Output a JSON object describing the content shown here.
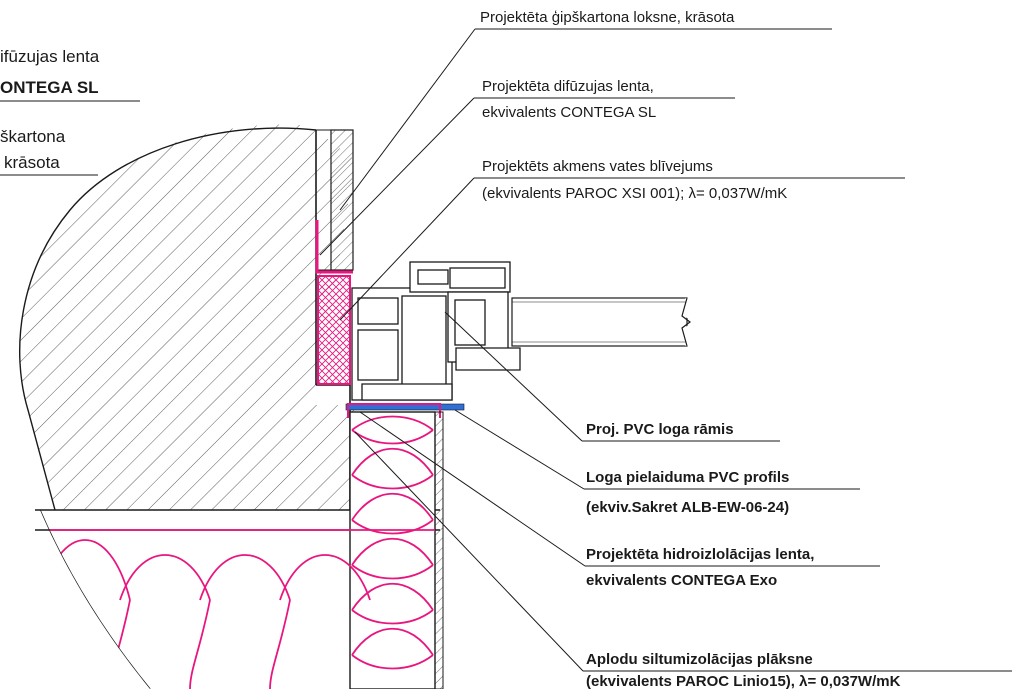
{
  "labels": {
    "gypsum_top": "Projektēta ģipškartona loksne, krāsota",
    "diffusion_l1": "Projektēta difūzujas lenta,",
    "diffusion_l2": "ekvivalents CONTEGA  SL",
    "stone_wool_l1": "Projektēts akmens vates blīvejums",
    "stone_wool_l2": "(ekvivalents PAROC XSI 001); λ= 0,037W/mK",
    "pvc_frame": "Proj. PVC loga rāmis",
    "sill_profile_l1": "Loga pielaiduma PVC profils",
    "sill_profile_l2": "(ekviv.Sakret ALB-EW-06-24)",
    "hydro_l1": "Projektēta hidroizlolācijas lenta,",
    "hydro_l2": "ekvivalents CONTEGA Exo",
    "insulation_l1": "Aplodu siltumizolācijas plāksne",
    "insulation_l2": "(ekvivalents PAROC Linio15), λ= 0,037W/mK"
  },
  "cropped_labels": {
    "line1": "ifūzujas lenta",
    "line2": "ONTEGA   SL",
    "line3": "škartona",
    "line4": "krāsota"
  },
  "colors": {
    "line": "#1a1a1a",
    "accent_magenta": "#e8177f",
    "accent_blue": "#2f6fd6",
    "hatch": "#333333"
  }
}
